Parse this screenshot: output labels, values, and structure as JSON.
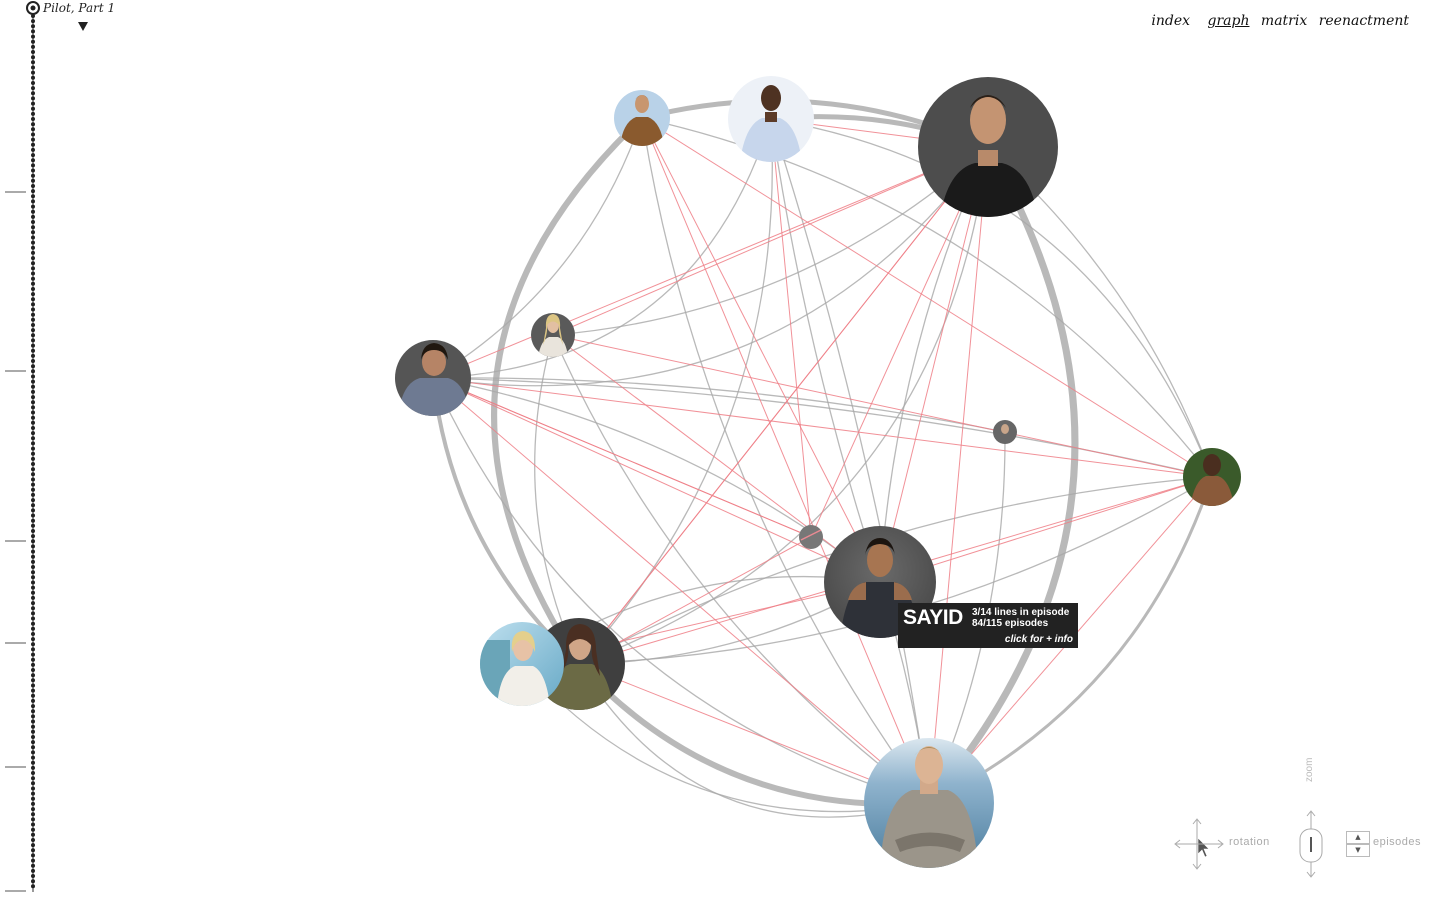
{
  "episode": {
    "title": "Pilot, Part 1"
  },
  "nav": {
    "items": [
      "index",
      "graph",
      "matrix",
      "reenactment"
    ],
    "active": "graph"
  },
  "tooltip": {
    "name": "SAYID",
    "lines": "3/14 lines in episode",
    "episodes": "84/115 episodes",
    "more": "click for + info"
  },
  "controls": {
    "rotation": "rotation",
    "zoom": "zoom",
    "episodes": "episodes"
  },
  "colors": {
    "edge_gray": "#a8a8a8",
    "edge_red": "#ef7e86",
    "text": "#111111",
    "tooltip_bg": "#222222"
  }
}
